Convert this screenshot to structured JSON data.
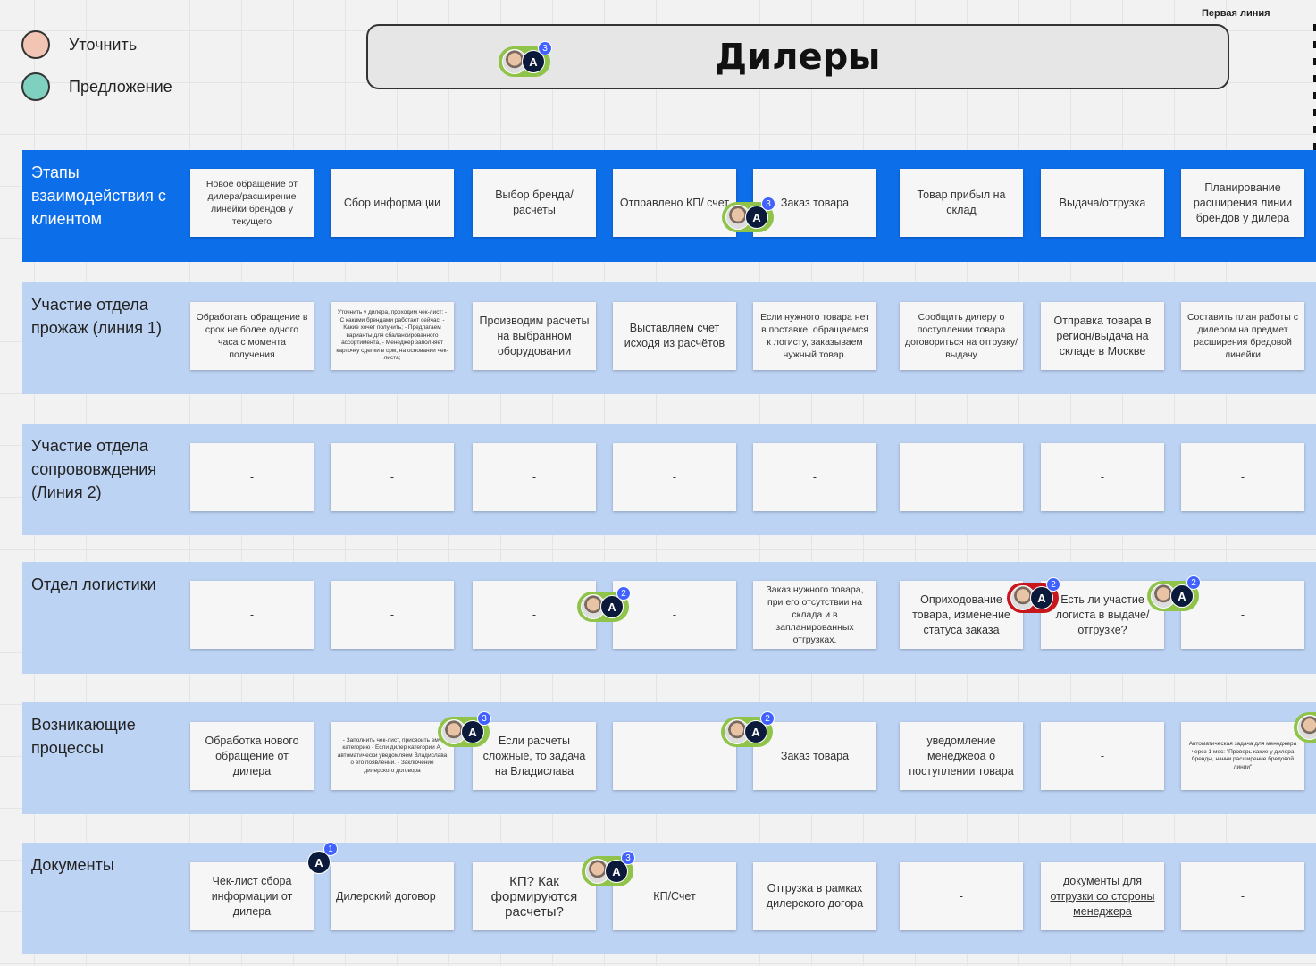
{
  "legend": [
    {
      "label": "Уточнить",
      "color": "#f2c4b4"
    },
    {
      "label": "Предложение",
      "color": "#7fd0bf"
    }
  ],
  "title": "Дилеры",
  "corner_label": "Первая линия",
  "colors": {
    "primary_band": "#0d6eea",
    "band": "#bcd3f3",
    "comment_bubble": "#8fc34a",
    "comment_bubble_alert": "#c8161d",
    "count_badge": "#4262ff"
  },
  "rows": [
    {
      "label": "Этапы взаимодействия с клиентом",
      "cards": [
        "Новое обращение от дилера/расширение линейки брендов у текущего",
        "Сбор информации",
        "Выбор бренда/ расчеты",
        "Отправлено КП/ счет",
        "Заказ товара",
        "Товар прибыл на склад",
        "Выдача/отгрузка",
        "Планирование расширения линии брендов у дилера"
      ]
    },
    {
      "label": "Участие отдела прожаж (линия 1)",
      "cards": [
        "Обработать обращение в срок не более одного часа с момента получения",
        "Уточнить у дилера, проходим чек-лист: - С какими брендами работает сейчас; - Какие хочет получить; - Предлагаем варианты для сбалансированного ассортимента, - Менеджер заполняет карточку сделки в срм, на основании чек-листа;",
        "Производим расчеты на выбранном оборудовании",
        "Выставляем счет исходя из расчётов",
        "Если нужного товара нет в поставке, обращаемся к логисту, заказываем нужный товар.",
        "Сообщить дилеру о поступлении товара договориться на отгрузку/выдачу",
        "Отправка товара в регион/выдача на складе в Москве",
        "Составить план работы с дилером на предмет расширения бредовой линейки"
      ]
    },
    {
      "label": "Участие  отдела сопрововждения (Линия 2)",
      "cards": [
        "-",
        "-",
        "-",
        "-",
        "-",
        "",
        "-",
        "-"
      ]
    },
    {
      "label": "Отдел логистики",
      "cards": [
        "-",
        "-",
        "-",
        "-",
        "Заказ нужного товара, при его отсутствии на склада и в запланированных отгрузках.",
        "Оприходование товара, изменение статуса заказа",
        "Есть ли участие логиста в выдаче/ отгрузке?",
        "-"
      ]
    },
    {
      "label": "Возникающие процессы",
      "cards": [
        "Обработка нового обращение от дилера",
        "- Заполнить чек-лист, присвоить ему категорию - Если дилер категории А, автоматически уведомляем Владислава о его появлении. - Заключение дилерского договора",
        "Если расчеты сложные, то задача на  Владислава",
        "",
        "Заказ товара",
        "уведомление менеджеоа о поступлении товара",
        "-",
        "Автоматическая задача для менеджера через 1 мес: \"Проверь какие у дилера бренды, начни расширение бредовой линии\""
      ]
    },
    {
      "label": "Документы",
      "cards": [
        "Чек-лист сбора информации от дилера",
        "Дилерский договор",
        "КП? Как формируются расчеты?",
        "КП/Счет",
        "Отгрузка в рамках дилерского догора",
        "-",
        "документы для отгрузки со стороны менеджера",
        "-"
      ]
    }
  ],
  "comments": [
    {
      "where": "title",
      "count": "3",
      "initial": "A"
    },
    {
      "where": "stage-4",
      "count": "3",
      "initial": "A"
    },
    {
      "where": "logistics-3",
      "count": "2",
      "initial": "A"
    },
    {
      "where": "logistics-6",
      "count": "2",
      "initial": "A",
      "alert": true
    },
    {
      "where": "logistics-7",
      "count": "2",
      "initial": "A"
    },
    {
      "where": "processes-2",
      "count": "3",
      "initial": "A"
    },
    {
      "where": "processes-4",
      "count": "2",
      "initial": "A"
    },
    {
      "where": "processes-8",
      "count": "",
      "initial": ""
    },
    {
      "where": "documents-1",
      "count": "1",
      "initial": "A",
      "no_face": true
    },
    {
      "where": "documents-3",
      "count": "3",
      "initial": "A"
    }
  ]
}
